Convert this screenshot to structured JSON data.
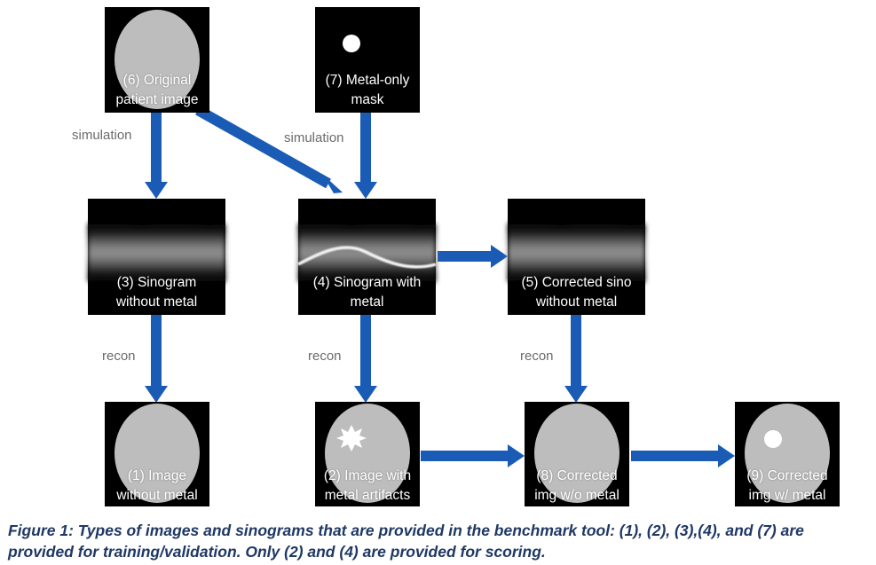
{
  "colors": {
    "arrow": "#1a5bb5",
    "box": "#000000",
    "ellipse": "#bdbdbd",
    "metal": "#ffffff",
    "edge_label": "#6b6b6b",
    "caption": "#1f3864"
  },
  "nodes": {
    "original_image": {
      "line1": "(6) Original",
      "line2": "patient image"
    },
    "metal_mask": {
      "line1": "(7) Metal-only",
      "line2": "mask"
    },
    "sino_without_metal": {
      "line1": "(3) Sinogram",
      "line2": "without metal"
    },
    "sino_with_metal": {
      "line1": "(4) Sinogram with",
      "line2": "metal"
    },
    "corrected_sino": {
      "line1": "(5) Corrected sino",
      "line2": "without metal"
    },
    "image_without_metal": {
      "line1": "(1) Image",
      "line2": "without metal"
    },
    "image_metal_artifacts": {
      "line1": "(2) Image with",
      "line2": "metal artifacts"
    },
    "corrected_img_wo_metal": {
      "line1": "(8) Corrected",
      "line2": "img w/o metal"
    },
    "corrected_img_w_metal": {
      "line1": "(9) Corrected",
      "line2": "img w/ metal"
    }
  },
  "edge_labels": {
    "simulation_left": "simulation",
    "simulation_right": "simulation",
    "recon_left": "recon",
    "recon_middle": "recon",
    "recon_right": "recon"
  },
  "caption": {
    "line1": "Figure 1: Types of images and sinograms that are provided in the benchmark tool: (1), (2), (3),(4), and (7) are",
    "line2": "provided for training/validation. Only (2) and (4) are provided for scoring."
  }
}
